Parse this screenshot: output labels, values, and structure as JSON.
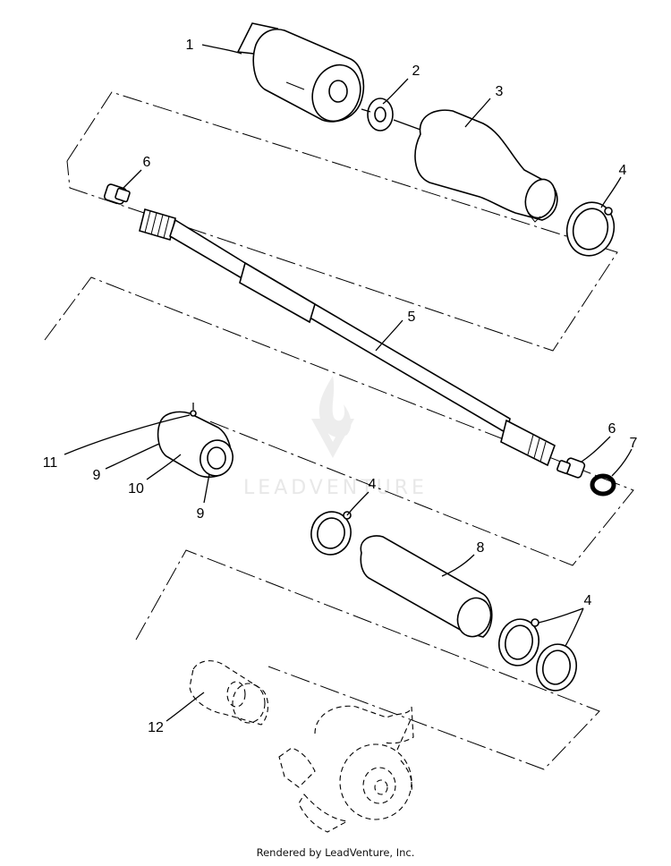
{
  "watermark": {
    "text": "LEADVENTURE"
  },
  "footer": {
    "text": "Rendered by LeadVenture, Inc."
  },
  "callouts": [
    {
      "id": "1",
      "text": "1"
    },
    {
      "id": "2",
      "text": "2"
    },
    {
      "id": "3",
      "text": "3"
    },
    {
      "id": "4a",
      "text": "4"
    },
    {
      "id": "6a",
      "text": "6"
    },
    {
      "id": "5",
      "text": "5"
    },
    {
      "id": "6b",
      "text": "6"
    },
    {
      "id": "7",
      "text": "7"
    },
    {
      "id": "11",
      "text": "11"
    },
    {
      "id": "9a",
      "text": "9"
    },
    {
      "id": "10",
      "text": "10"
    },
    {
      "id": "9b",
      "text": "9"
    },
    {
      "id": "4b",
      "text": "4"
    },
    {
      "id": "8",
      "text": "8"
    },
    {
      "id": "4c",
      "text": "4"
    },
    {
      "id": "12",
      "text": "12"
    }
  ]
}
